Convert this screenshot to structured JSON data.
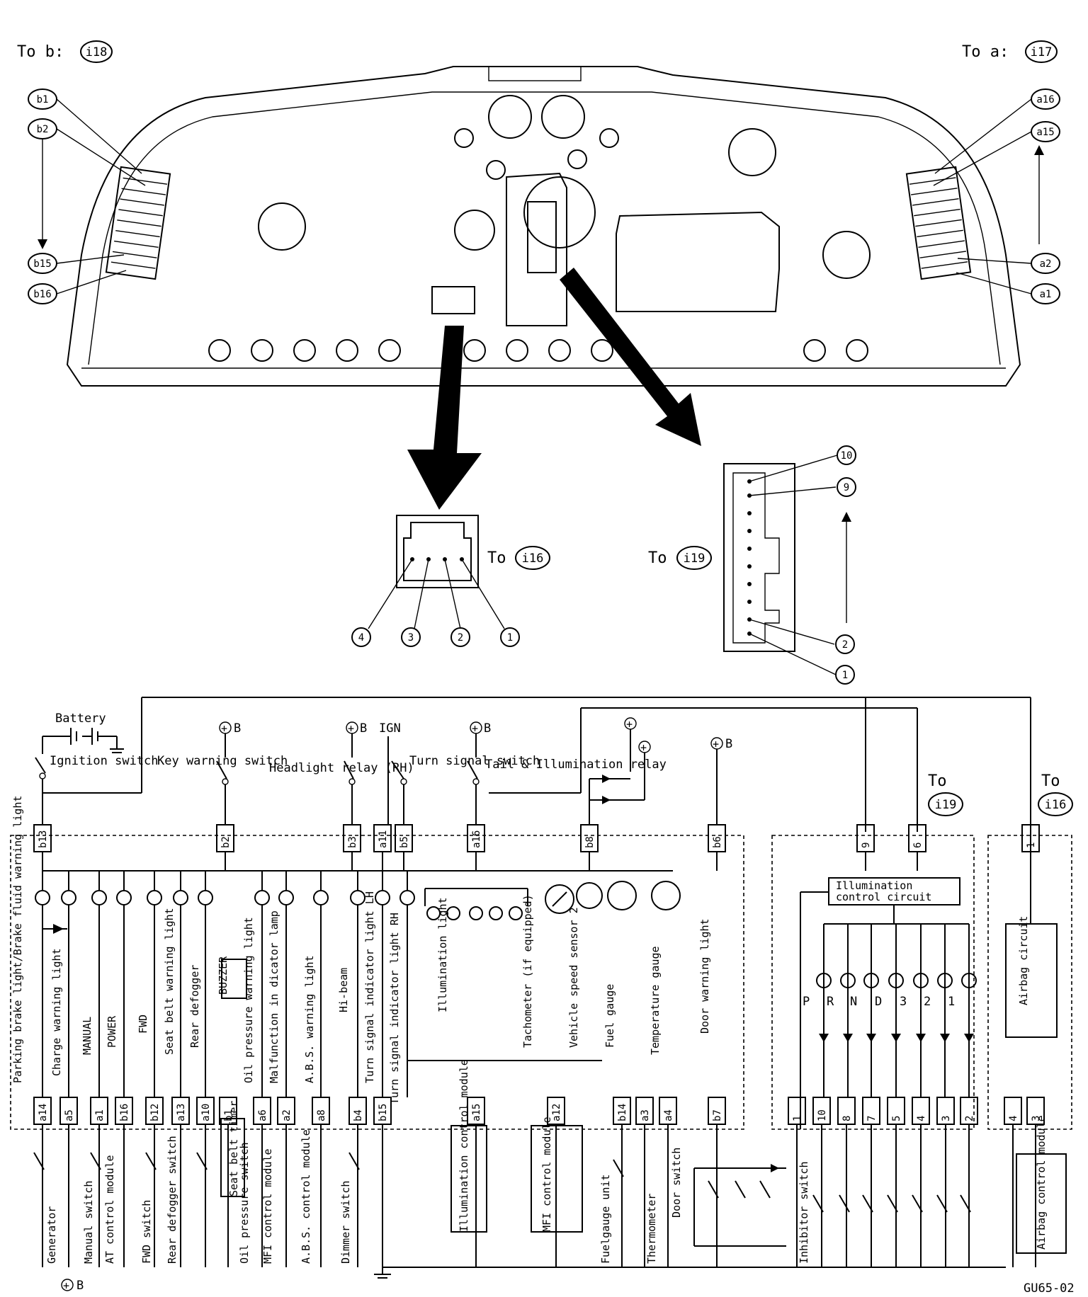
{
  "header": {
    "to_b": "To b:",
    "to_b_ref": "i18",
    "to_a": "To a:",
    "to_a_ref": "i17"
  },
  "meter_callouts": {
    "left": [
      "b1",
      "b2",
      "b15",
      "b16"
    ],
    "right": [
      "a16",
      "a15",
      "a2",
      "a1"
    ]
  },
  "connector_i16": {
    "to": "To",
    "ref": "i16",
    "pins": [
      "4",
      "3",
      "2",
      "1"
    ]
  },
  "connector_i19": {
    "to": "To",
    "ref": "i19",
    "pins": [
      "10",
      "9",
      "2",
      "1"
    ]
  },
  "schematic": {
    "battery": "Battery",
    "ignition_switch": "Ignition switch",
    "key_warning_switch": "Key warning switch",
    "headlight_relay": "Headlight relay (RH)",
    "ign": "IGN",
    "turn_signal_switch": "Turn signal switch",
    "tail_relay": "Tail & Illumination relay",
    "plus_b": "B",
    "to_i19": "To",
    "to_i19_ref": "i19",
    "to_i16": "To",
    "to_i16_ref": "i16",
    "top_pins": [
      "b13",
      "b2",
      "b3",
      "a11",
      "b5",
      "a16",
      "b8",
      "b6",
      "9",
      "6",
      "1"
    ],
    "bottom_pins": [
      "a14",
      "a5",
      "a1",
      "b16",
      "b12",
      "a13",
      "a10",
      "b1",
      "a6",
      "a2",
      "a8",
      "b4",
      "b15",
      "a15",
      "a12",
      "b14",
      "a3",
      "a4",
      "b7",
      "1",
      "10",
      "8",
      "7",
      "5",
      "4",
      "3",
      "2",
      "4",
      "3"
    ],
    "meter_labels": [
      "Parking brake light/Brake fluid warning light",
      "Charge warning light",
      "MANUAL",
      "POWER",
      "FWD",
      "Seat belt warning light",
      "Rear defogger",
      "BUZZER",
      "Oil pressure warning light",
      "Malfunction in dicator lamp",
      "A.B.S. warning light",
      "Hi-beam",
      "Turn signal indicator light LH",
      "Turn signal indicator light RH",
      "Illumination light",
      "Tachometer (if equipped)",
      "Vehicle speed sensor 2",
      "Fuel gauge",
      "Temperature gauge",
      "Door warning light"
    ],
    "illumination_control_circuit": "Illumination control circuit",
    "shift_labels": [
      "P",
      "R",
      "N",
      "D",
      "3",
      "2",
      "1"
    ],
    "airbag_circuit": "Airbag circuit",
    "lower_labels": [
      "Generator",
      "Manual switch",
      "AT control module",
      "FWD switch",
      "Rear defogger switch",
      "Seat belt timer",
      "Oil pressure switch",
      "MFI control module",
      "A.B.S. control module",
      "Dimmer switch",
      "Illumination control module",
      "MFI control module",
      "Fuelgauge unit",
      "Thermometer",
      "Door switch",
      "Inhibitor switch",
      "Airbag control module"
    ],
    "ground_b": "B",
    "code": "GU65-02"
  }
}
